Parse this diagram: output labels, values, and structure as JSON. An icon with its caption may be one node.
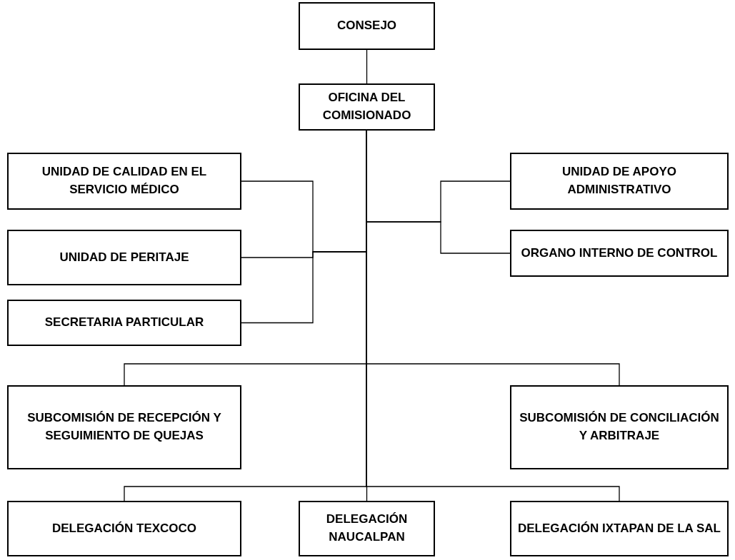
{
  "diagram": {
    "nodes": [
      {
        "text": [
          "CONSEJO"
        ]
      },
      {
        "text": [
          "OFICINA DEL COMISIONADO"
        ]
      },
      {
        "text": [
          "UNIDAD DE CALIDAD EN EL SERVICIO MÉDICO"
        ]
      },
      {
        "text": [
          "UNIDAD DE PERITAJE"
        ]
      },
      {
        "text": [
          "SECRETARIA PARTICULAR"
        ]
      },
      {
        "text": [
          "UNIDAD DE APOYO ADMINISTRATIVO"
        ]
      },
      {
        "text": [
          "ORGANO INTERNO DE CONTROL"
        ]
      },
      {
        "text": [
          "SUBCOMISIÓN DE RECEPCIÓN Y SEGUIMIENTO DE QUEJAS"
        ]
      },
      {
        "text": [
          "SUBCOMISIÓN DE CONCILIACIÓN Y ARBITRAJE"
        ]
      },
      {
        "text": [
          "DELEGACIÓN TEXCOCO"
        ]
      },
      {
        "text": [
          "DELEGACIÓN NAUCALPAN"
        ]
      },
      {
        "text": [
          "DELEGACIÓN IXTAPAN DE LA SAL"
        ]
      }
    ],
    "edges": [
      {
        "from": 0,
        "to": 1,
        "arrow": "none"
      },
      {
        "from": 1,
        "to": 2,
        "arrow": "none"
      },
      {
        "from": 1,
        "to": 3,
        "arrow": "none"
      },
      {
        "from": 1,
        "to": 4,
        "arrow": "none"
      },
      {
        "from": 1,
        "to": 5,
        "arrow": "none"
      },
      {
        "from": 1,
        "to": 6,
        "arrow": "none"
      },
      {
        "from": 1,
        "to": 7,
        "arrow": "none"
      },
      {
        "from": 1,
        "to": 8,
        "arrow": "none"
      },
      {
        "from": 1,
        "to": 9,
        "arrow": "none"
      },
      {
        "from": 1,
        "to": 10,
        "arrow": "none"
      },
      {
        "from": 1,
        "to": 11,
        "arrow": "none"
      }
    ]
  }
}
